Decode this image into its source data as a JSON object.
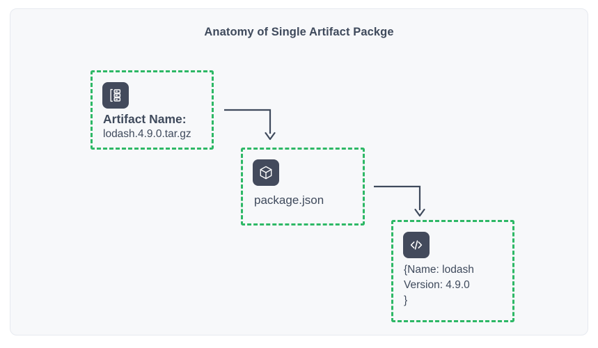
{
  "diagram": {
    "title": "Anatomy of Single Artifact Packge",
    "accent_color": "#2eb866",
    "icon_tile_color": "#434a5c",
    "text_color": "#3f4a5c",
    "panel_background": "#f7f8fa",
    "page_background": "#ffffff",
    "connector_color": "#3f4a5c",
    "nodes": [
      {
        "id": "artifact",
        "icon": "archive-list-icon",
        "lines": [
          {
            "text": "Artifact Name:",
            "emphasis": "strong"
          },
          {
            "text": "lodash.4.9.0.tar.gz",
            "emphasis": "normal"
          }
        ]
      },
      {
        "id": "manifest",
        "icon": "package-box-icon",
        "lines": [
          {
            "text": "package.json",
            "emphasis": "normal"
          }
        ]
      },
      {
        "id": "metadata",
        "icon": "code-brackets-icon",
        "lines": [
          {
            "text": "{Name: lodash",
            "emphasis": "normal"
          },
          {
            "text": "Version: 4.9.0",
            "emphasis": "normal"
          },
          {
            "text": "}",
            "emphasis": "normal"
          }
        ]
      }
    ],
    "connectors": [
      {
        "id": "artifact-to-manifest",
        "from": "artifact",
        "to": "manifest",
        "shape": "elbow-right-down"
      },
      {
        "id": "manifest-to-metadata",
        "from": "manifest",
        "to": "metadata",
        "shape": "elbow-right-down"
      }
    ]
  }
}
